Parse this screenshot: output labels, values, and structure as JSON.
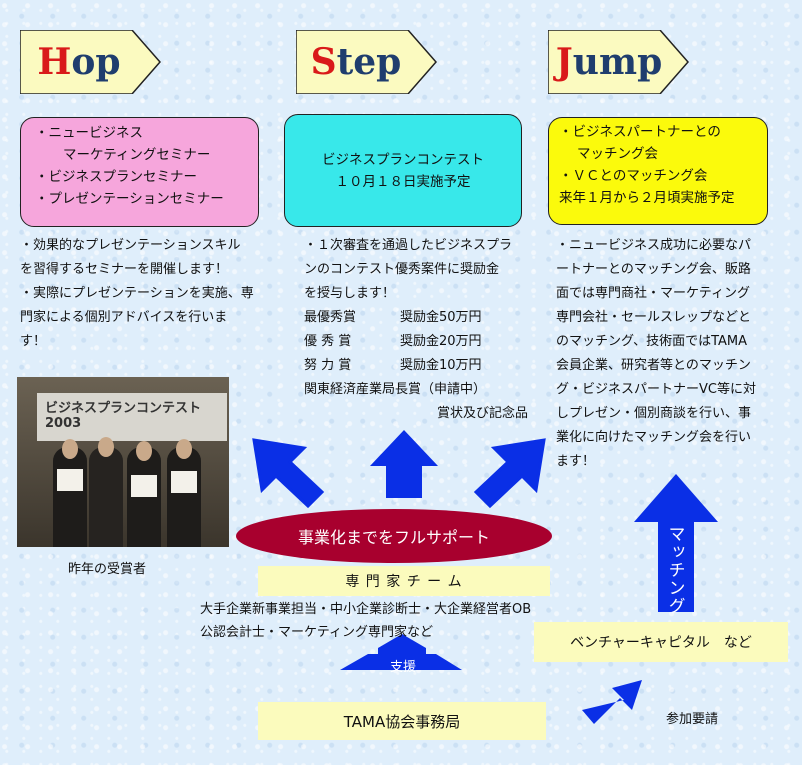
{
  "colors": {
    "background": "#dfeefb",
    "pentagon_fill": "#fbfac0",
    "title_red": "#d91a1a",
    "title_blue": "#1f3d6e",
    "hop_box": "#f6a6dc",
    "step_box": "#38e8ea",
    "jump_box": "#fbfa0c",
    "arrow_blue": "#0a2fe6",
    "ellipse": "#a8002e",
    "yellow_bar": "#fbfbbd"
  },
  "phases": [
    {
      "first_letter": "H",
      "rest": "op",
      "box_lines": [
        "・ニュービジネス",
        "マーケティングセミナー",
        "・ビジネスプランセミナー",
        "・プレゼンテーションセミナー"
      ],
      "desc_lines": [
        "・効果的なプレゼンテーションスキル",
        "を習得するセミナーを開催します！",
        "・実際にプレゼンテーションを実施、専",
        "門家による個別アドバイスを行いま",
        "す！"
      ]
    },
    {
      "first_letter": "S",
      "rest": "tep",
      "box_lines": [
        "ビジネスプランコンテスト",
        "１０月１８日実施予定"
      ],
      "desc_lines": [
        "・１次審査を通過したビジネスプラ",
        "ンのコンテスト優秀案件に奨励金",
        "を授与します！"
      ],
      "prizes": [
        {
          "name": "最優秀賞",
          "value": "奨励金50万円"
        },
        {
          "name": "優 秀 賞",
          "value": "奨励金20万円"
        },
        {
          "name": "努 力 賞",
          "value": "奨励金10万円"
        }
      ],
      "extra_lines": [
        "関東経済産業局長賞（申請中）",
        "賞状及び記念品"
      ]
    },
    {
      "first_letter": "J",
      "rest": "ump",
      "box_lines": [
        "・ビジネスパートナーとの",
        "マッチング会",
        "・ＶＣとのマッチング会",
        "来年１月から２月頃実施予定"
      ],
      "desc_lines": [
        "・ニュービジネス成功に必要なパ",
        "ートナーとのマッチング会、販路",
        "面では専門商社・マーケティング",
        "専門会社・セールスレップなどと",
        "のマッチング、技術面ではTAMA",
        "会員企業、研究者等とのマッチン",
        "グ・ビジネスパートナーVC等に対",
        "しプレゼン・個別商談を行い、事",
        "業化に向けたマッチング会を行い",
        "ます！"
      ]
    }
  ],
  "photo": {
    "banner_text": "ビジネスプランコンテスト2003",
    "caption": "昨年の受賞者"
  },
  "full_support": "事業化までをフルサポート",
  "expert_team": {
    "title": "専 門 家 チ ー ム",
    "lines": [
      "大手企業新事業担当・中小企業診断士・大企業経営者OB",
      "公認会計士・マーケティング専門家など"
    ]
  },
  "support_label": "支援",
  "tama_office": "TAMA協会事務局",
  "matching_label": "マッチング",
  "venture_capital": "ベンチャーキャピタル　など",
  "participation_request": "参加要請"
}
